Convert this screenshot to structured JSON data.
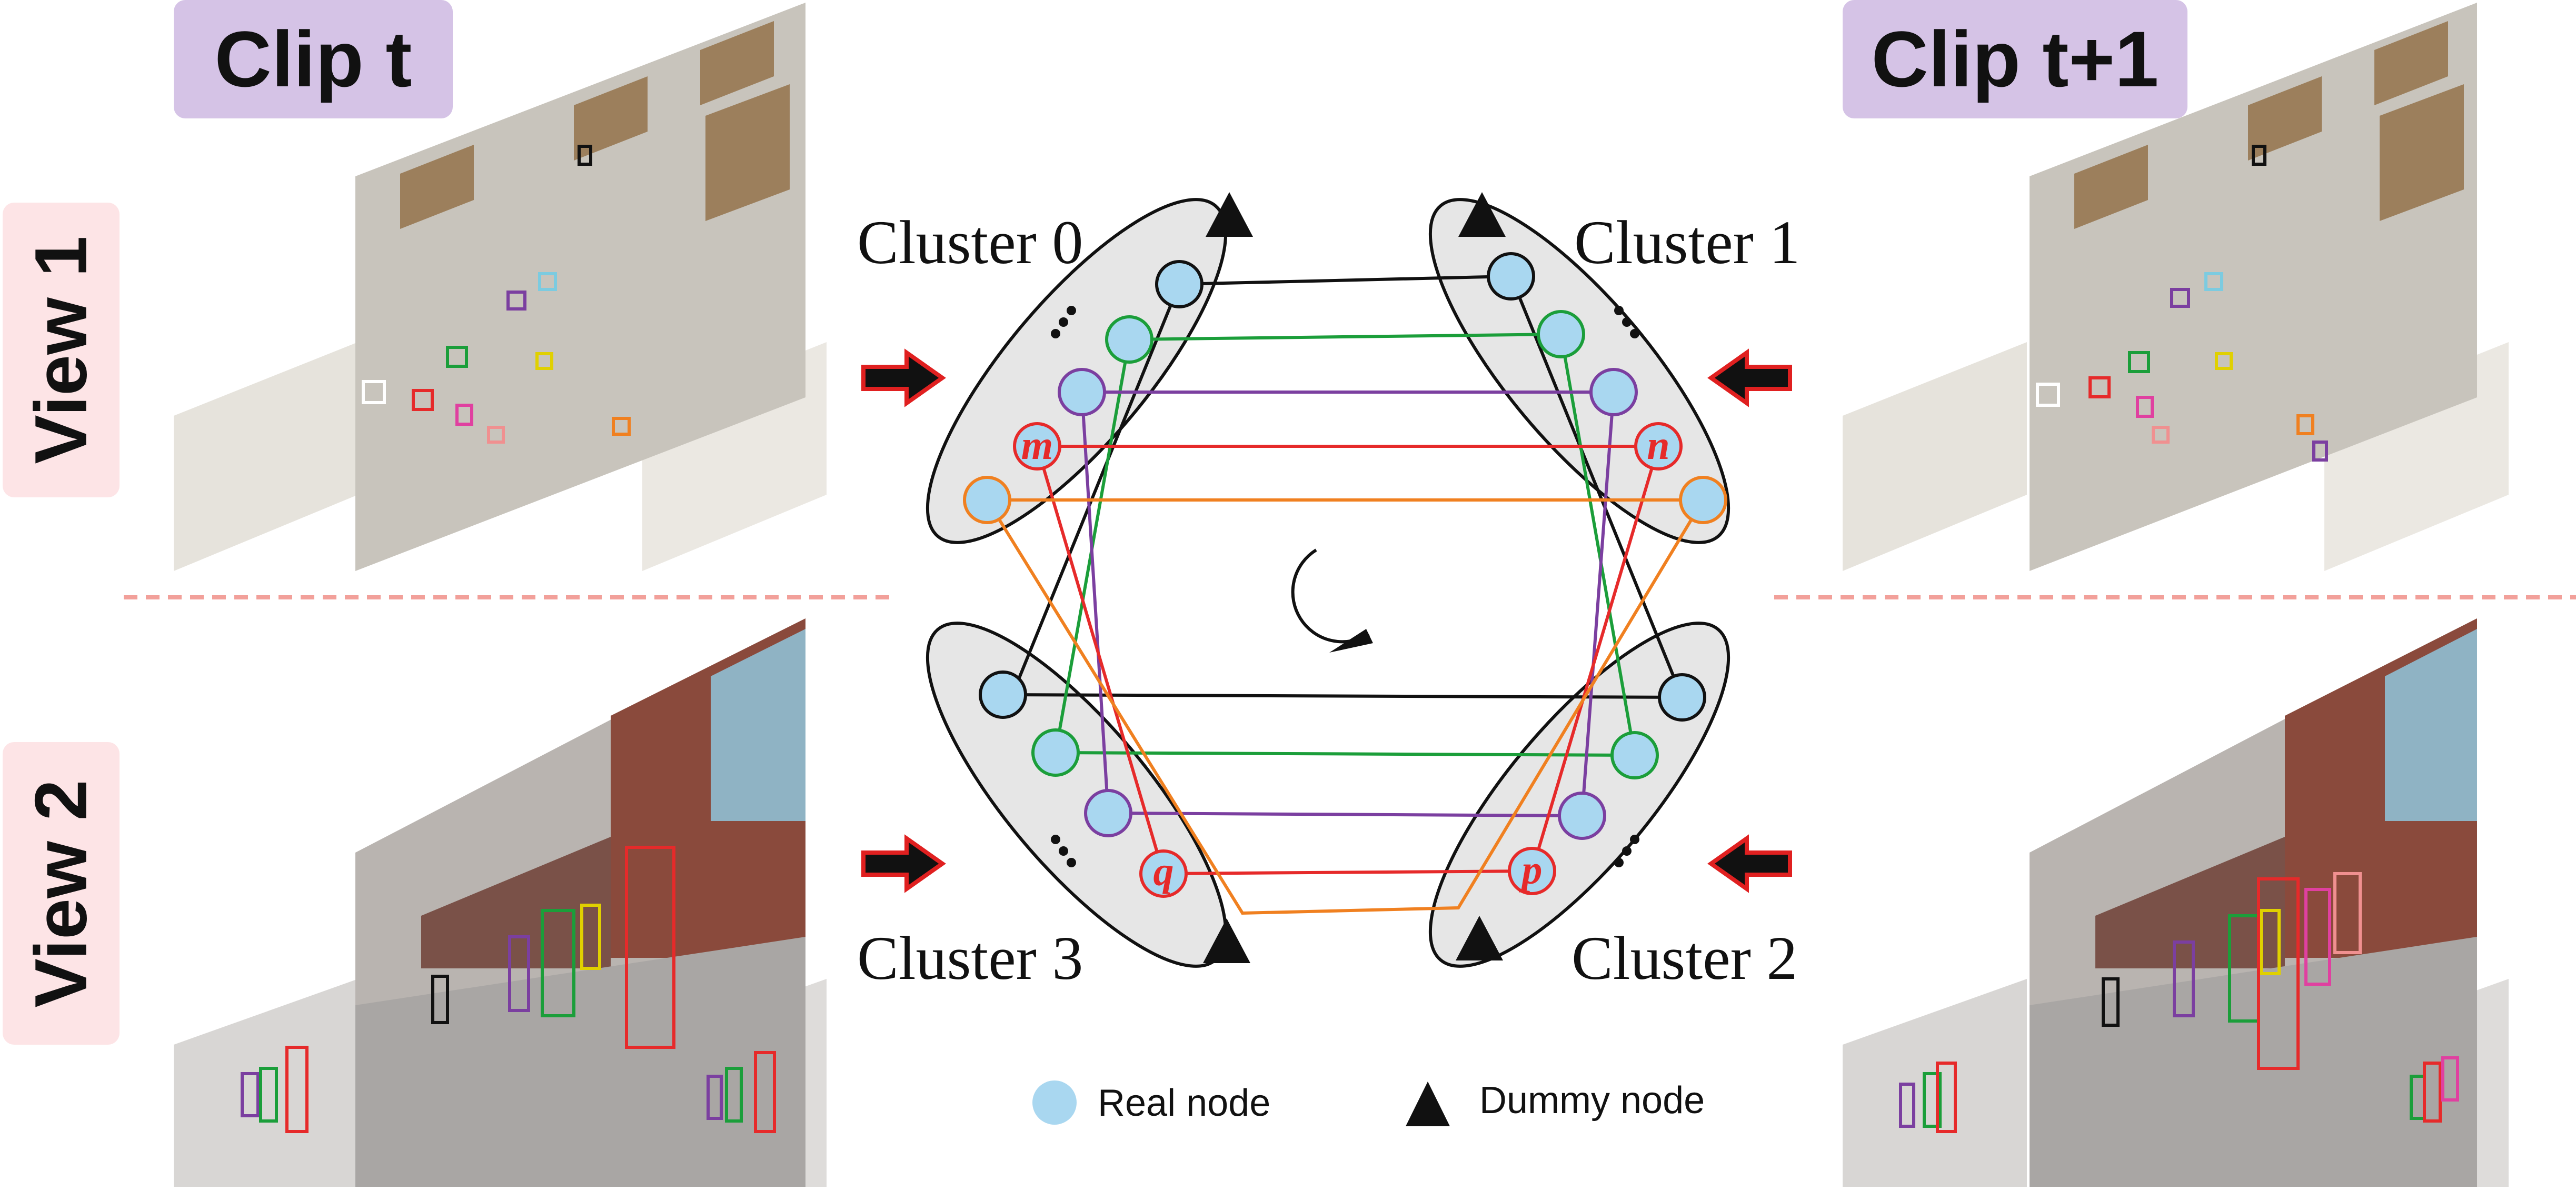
{
  "clips": {
    "left": "Clip t",
    "right": "Clip t+1"
  },
  "views": {
    "top": "View 1",
    "bottom": "View 2"
  },
  "clusters": {
    "c0": "Cluster 0",
    "c1": "Cluster 1",
    "c2": "Cluster 2",
    "c3": "Cluster 3"
  },
  "node_labels": {
    "m": "m",
    "n": "n",
    "p": "p",
    "q": "q"
  },
  "legend": {
    "real": "Real node",
    "dummy": "Dummy node"
  },
  "colors": {
    "real_node_fill": "#a9d7f0",
    "cluster_fill": "#e6e6e6",
    "black_edge": "#111111",
    "green_edge": "#1b9e3a",
    "purple_edge": "#7b3fa0",
    "red_edge": "#e62a2a",
    "orange_edge": "#f08020",
    "arrow_fill": "#111111",
    "arrow_outline": "#e02020",
    "clip_pill": "#d5c3e6",
    "view_pill": "#fde4e6",
    "divider": "#f2a09a"
  }
}
